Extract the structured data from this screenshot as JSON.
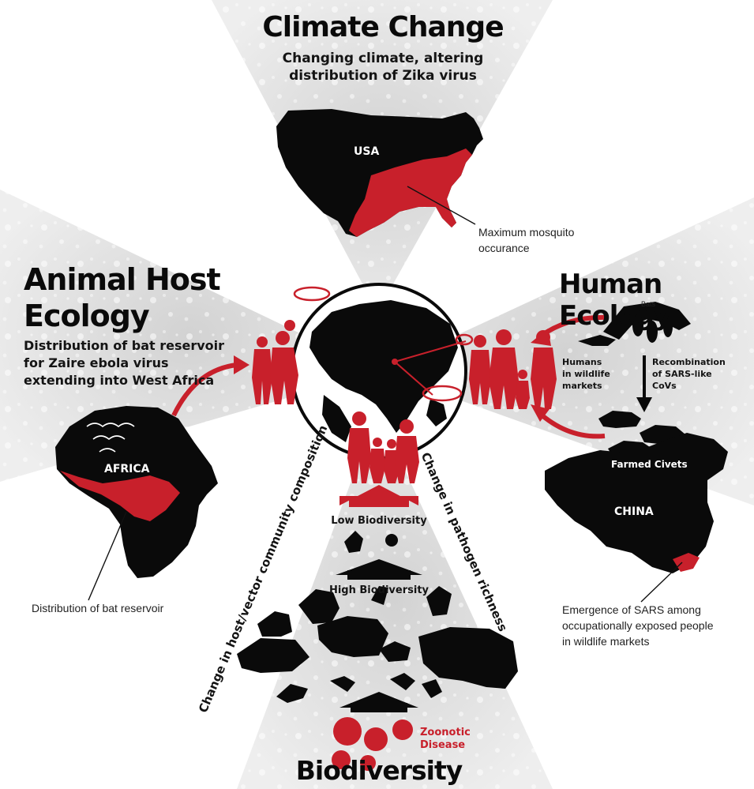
{
  "climate": {
    "title": "Climate Change",
    "subtitle_line1": "Changing climate, altering",
    "subtitle_line2": "distribution of Zika virus",
    "map_label": "USA",
    "note_line1": "Maximum mosquito",
    "note_line2": "occurance"
  },
  "animal": {
    "title_line1": "Animal Host",
    "title_line2": "Ecology",
    "subtitle_line1": "Distribution of bat reservoir",
    "subtitle_line2": "for Zaire ebola virus",
    "subtitle_line3": "extending into West Africa",
    "map_label": "AFRICA",
    "note": "Distribution of bat reservoir"
  },
  "human": {
    "title": "Human Ecology",
    "bats_label": "Bats",
    "humans_line1": "Humans",
    "humans_line2": "in wildlife",
    "humans_line3": "markets",
    "recomb_line1": "Recombination",
    "recomb_line2": "of SARS-like",
    "recomb_line3": "CoVs",
    "civets_label": "Farmed Civets",
    "map_label": "CHINA",
    "note_line1": "Emergence of SARS among",
    "note_line2": "occupationally exposed people",
    "note_line3": "in wildlife markets"
  },
  "biodiversity": {
    "title": "Biodiversity",
    "low_label": "Low Biodiversity",
    "high_label": "High Biodiversity",
    "left_axis": "Change in host/vector community composition",
    "right_axis": "Change in pathogen richness",
    "zoonotic_line1": "Zoonotic",
    "zoonotic_line2": "Disease"
  },
  "colors": {
    "red": "#c8202b",
    "black": "#0a0a0a",
    "cone": "#e4e4e4"
  }
}
